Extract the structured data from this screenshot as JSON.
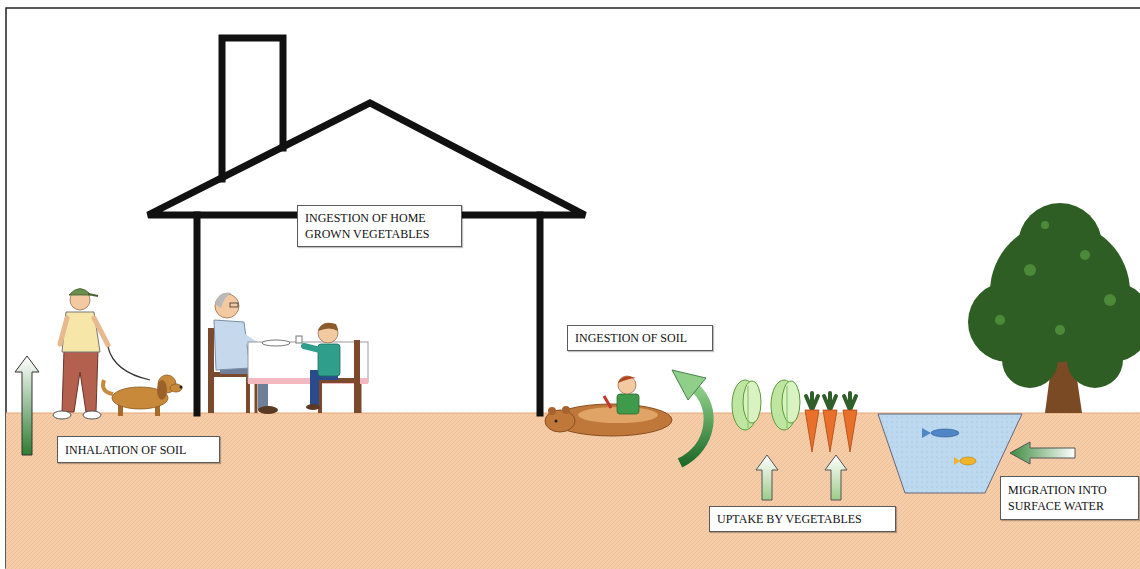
{
  "diagram": {
    "nodes": [
      {
        "text": [
          "INGESTION OF HOME GROWN VEGETABLES"
        ]
      },
      {
        "text": [
          "INGESTION OF SOIL"
        ]
      },
      {
        "text": [
          "INHALATION OF SOIL"
        ]
      },
      {
        "text": [
          "MIGRATION INTO SURFACE WATER"
        ]
      },
      {
        "text": [
          "UPTAKE BY VEGETABLES"
        ]
      }
    ]
  }
}
